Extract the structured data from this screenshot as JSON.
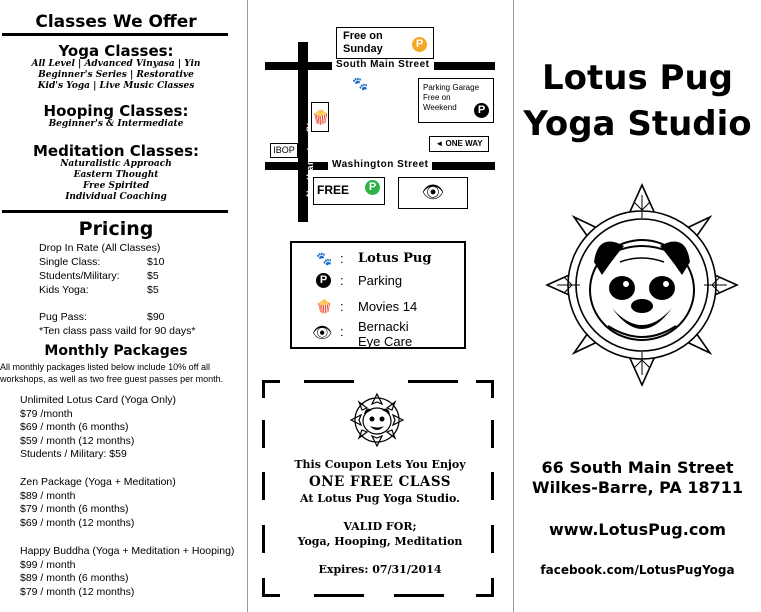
{
  "left": {
    "classes_title": "Classes We Offer",
    "yoga_title": "Yoga Classes:",
    "yoga_lines": [
      "All Level | Advanced Vinyasa | Yin",
      "Beginner's Series | Restorative",
      "Kid's Yoga | Live Music Classes"
    ],
    "hooping_title": "Hooping Classes:",
    "hooping_line": "Beginner's  & Intermediate",
    "meditation_title": "Meditation Classes:",
    "meditation_lines": [
      "Naturalistic Approach",
      "Eastern Thought",
      "Free Spirited",
      "Individual Coaching"
    ],
    "pricing_title": "Pricing",
    "drop_in": "Drop In Rate (All Classes)",
    "prices": [
      {
        "label": "Single Class:",
        "price": "$10"
      },
      {
        "label": "Students/Military:",
        "price": "$5"
      },
      {
        "label": "Kids Yoga:",
        "price": "$5"
      }
    ],
    "pug_pass": {
      "label": "Pug Pass:",
      "price": "$90"
    },
    "ten_class": "*Ten class pass vaild for 90 days*",
    "monthly_title": "Monthly Packages",
    "monthly_note_1": "All monthly packages listed below include 10% off all",
    "monthly_note_2": "workshops, as well as two free guest passes per month.",
    "packages": [
      {
        "name": "Unlimited Lotus Card (Yoga Only)",
        "lines": [
          "$79 /month",
          "$69 / month (6 months)",
          "$59 / month (12 months)",
          "Students / Military: $59"
        ]
      },
      {
        "name": "Zen Package (Yoga + Meditation)",
        "lines": [
          "$89 / month",
          "$79 / month (6 months)",
          "$69 / month (12 months)"
        ]
      },
      {
        "name": "Happy Buddha (Yoga + Meditation + Hooping)",
        "lines": [
          "$99 / month",
          "$89 / month (6 months)",
          "$79 / month (12 months)"
        ]
      }
    ]
  },
  "map": {
    "free_sunday_1": "Free on",
    "free_sunday_2": "Sunday",
    "south_main": "South Main Street",
    "northampton": "Northampton St.",
    "garage_1": "Parking Garage",
    "garage_2": "Free on",
    "garage_3": "Weekend",
    "one_way": "ONE WAY",
    "ibop": "IBOP",
    "washington": "Washington Street",
    "free": "FREE",
    "p": "P"
  },
  "legend": {
    "lotus_pug": "Lotus Pug",
    "parking": "Parking",
    "movies": "Movies 14",
    "eye_1": "Bernacki",
    "eye_2": "Eye Care",
    "sep": ":"
  },
  "coupon": {
    "line1": "This Coupon Lets You Enjoy",
    "line2": "ONE FREE CLASS",
    "line3": "At Lotus Pug Yoga Studio.",
    "line4": "VALID FOR;",
    "line5": "Yoga, Hooping, Meditation",
    "line6": "Expires: 07/31/2014"
  },
  "right": {
    "title_1": "Lotus Pug",
    "title_2": "Yoga Studio",
    "address_1": "66 South Main Street",
    "address_2": "Wilkes-Barre, PA 18711",
    "website": "www.LotusPug.com",
    "facebook": "facebook.com/LotusPugYoga"
  },
  "colors": {
    "parking_green": "#2bb34a",
    "paw_purple": "#7b3fa0",
    "popcorn_red": "#d9342b",
    "popcorn_yellow": "#f5c542"
  }
}
